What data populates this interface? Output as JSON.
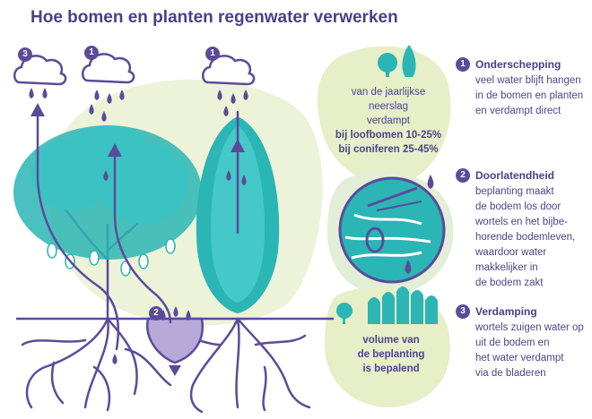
{
  "title": "Hoe bomen en planten regenwater verwerken",
  "interception_note": {
    "line1": "van de jaarlijkse neerslag",
    "line2": "verdampt",
    "deciduous": "bij loofbomen 10-25%",
    "conifers": "bij coniferen 25-45%"
  },
  "volume_note": {
    "line1": "volume van",
    "line2": "de beplanting",
    "line3": "is bepalend"
  },
  "steps": [
    {
      "number": "1",
      "heading": "Onderschepping",
      "lines": [
        "veel water blijft hangen",
        "in de bomen en planten",
        "en verdampt direct"
      ]
    },
    {
      "number": "2",
      "heading": "Doorlatendheid",
      "lines": [
        "beplanting maakt",
        "de bodem los door",
        "wortels en het bijbe-",
        "horende bodemleven,",
        "waardoor water",
        "makkelijker in",
        "de bodem zakt"
      ]
    },
    {
      "number": "3",
      "heading": "Verdamping",
      "lines": [
        "wortels zuigen water op",
        "uit de bodem en",
        "het water verdampt",
        "via de bladeren"
      ]
    }
  ],
  "diagram_markers": [
    "3",
    "1",
    "1",
    "2"
  ],
  "icons": [
    "cloud-icon",
    "raindrop-icon",
    "deciduous-tree-icon",
    "conifer-icon",
    "forest-icon",
    "magnifier-icon"
  ],
  "colors": {
    "title": "#4a3f8a",
    "text": "#4e4488",
    "marker": "#5b4b9a",
    "teal": "#2bb5b5",
    "green_blob": "#e6efc8",
    "purple": "#5b4b9a",
    "lavender": "#b7a9d8"
  }
}
